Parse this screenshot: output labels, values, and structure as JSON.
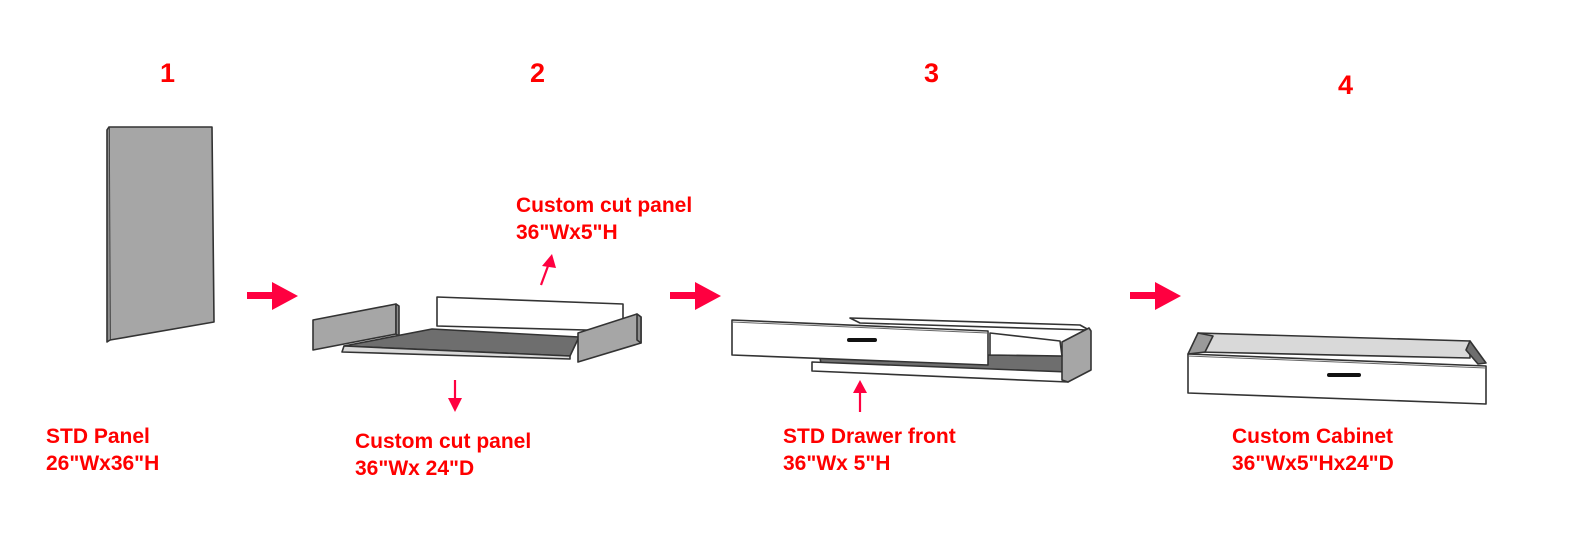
{
  "steps": [
    {
      "number": "1",
      "caption_line1": "STD Panel",
      "caption_line2": "26\"Wx36\"H"
    },
    {
      "number": "2",
      "caption_line1": "Custom cut panel",
      "caption_line2": "36\"Wx 24\"D"
    },
    {
      "number": "3",
      "caption_line1": "STD Drawer front",
      "caption_line2": "36\"Wx 5\"H"
    },
    {
      "number": "4",
      "caption_line1": "Custom Cabinet",
      "caption_line2": "36\"Wx5\"Hx24\"D"
    }
  ],
  "extra_label": {
    "line1": "Custom cut panel",
    "line2": "36\"Wx5\"H"
  },
  "colors": {
    "label_red": "#ff0000",
    "arrow_red": "#ff0040",
    "panel_gray": "#a6a6a6",
    "bottom_dark": "#6e6e6e",
    "edge_dark": "#333333",
    "white_board": "#ffffff"
  },
  "icons": [
    "flow-arrow-icon",
    "leader-arrow-icon",
    "drawer-handle-icon"
  ]
}
